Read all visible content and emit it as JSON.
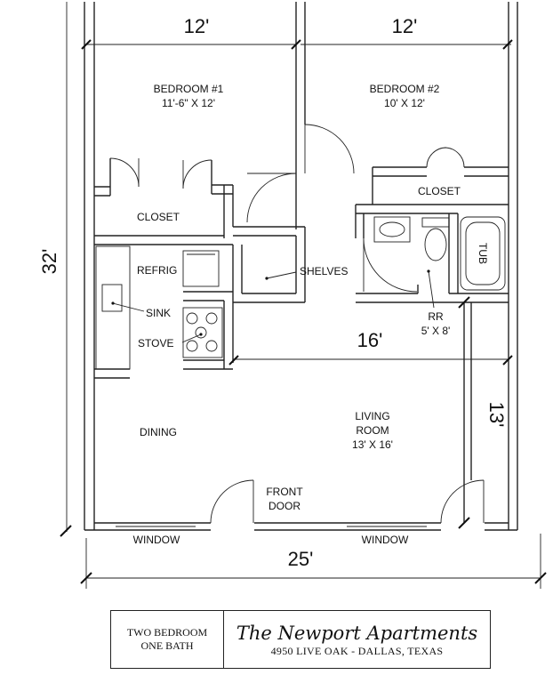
{
  "dimensions": {
    "top_left": "12'",
    "top_right": "12'",
    "left_side": "32'",
    "bottom": "25'",
    "living_width": "16'",
    "living_depth": "13'"
  },
  "rooms": {
    "bedroom1_name": "BEDROOM #1",
    "bedroom1_size": "11'-6\" X 12'",
    "bedroom2_name": "BEDROOM #2",
    "bedroom2_size": "10' X 12'",
    "closet_left": "CLOSET",
    "closet_right": "CLOSET",
    "restroom_name": "RR",
    "restroom_size": "5' X 8'",
    "dining": "DINING",
    "living_line1": "LIVING",
    "living_line2": "ROOM",
    "living_size": "13' X 16'"
  },
  "fixtures": {
    "refrig": "REFRIG",
    "sink": "SINK",
    "stove": "STOVE",
    "shelves": "SHELVES",
    "tub": "TUB",
    "front_door_line1": "FRONT",
    "front_door_line2": "DOOR",
    "window_left": "WINDOW",
    "window_right": "WINDOW"
  },
  "title_block": {
    "type_line1": "TWO BEDROOM",
    "type_line2": "ONE BATH",
    "name": "The Newport Apartments",
    "address": "4950 LIVE OAK - DALLAS, TEXAS"
  }
}
